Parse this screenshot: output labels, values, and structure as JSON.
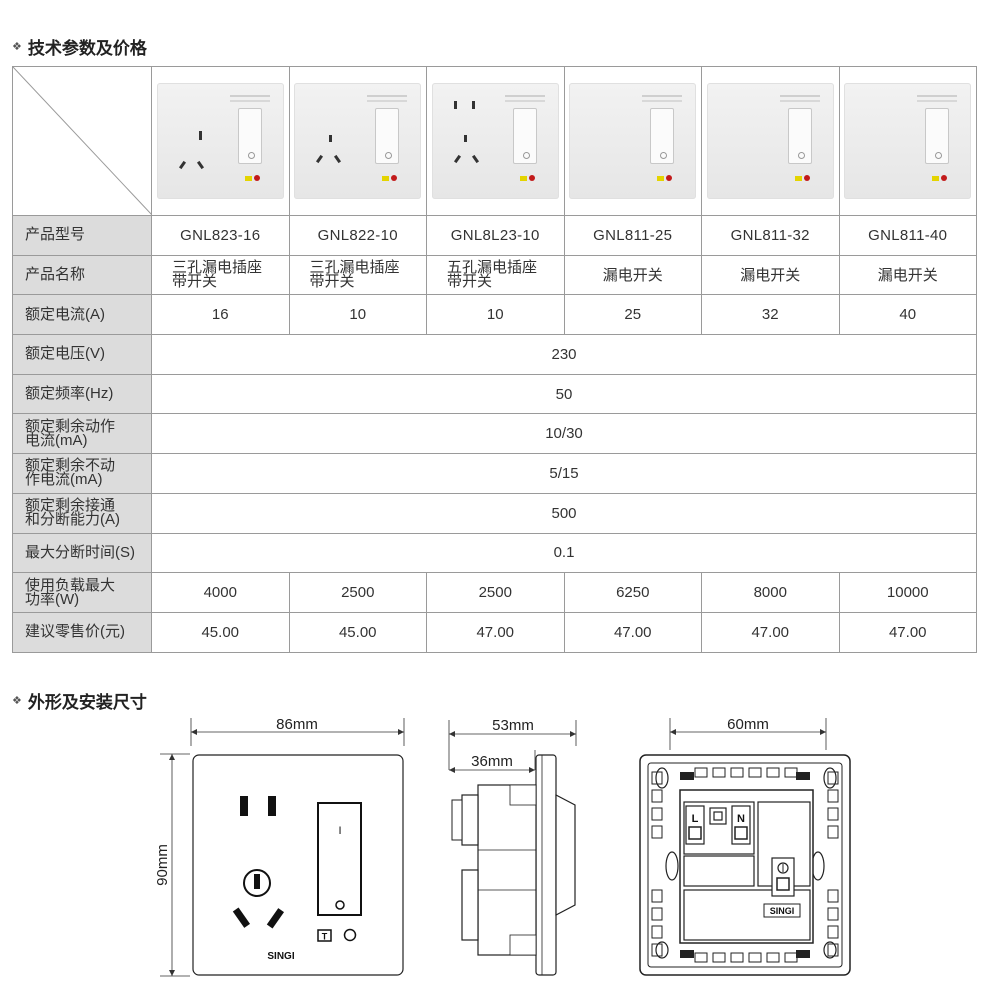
{
  "sections": {
    "specs_title": "技术参数及价格",
    "dims_title": "外形及安装尺寸"
  },
  "icons": {
    "bullet": "diamond-bullet-icon"
  },
  "table": {
    "products": [
      {
        "model": "GNL823-16",
        "name_line1": "三孔漏电插座",
        "name_line2": "带开关",
        "current": "16",
        "power": "4000",
        "price": "45.00",
        "image": "socket-3pin-with-switch"
      },
      {
        "model": "GNL822-10",
        "name_line1": "三孔漏电插座",
        "name_line2": "带开关",
        "current": "10",
        "power": "2500",
        "price": "45.00",
        "image": "socket-3pin-with-switch"
      },
      {
        "model": "GNL8L23-10",
        "name_line1": "五孔漏电插座",
        "name_line2": "带开关",
        "current": "10",
        "power": "2500",
        "price": "47.00",
        "image": "socket-5pin-with-switch"
      },
      {
        "model": "GNL811-25",
        "name_line1": "漏电开关",
        "name_line2": "",
        "current": "25",
        "power": "6250",
        "price": "47.00",
        "image": "rcd-switch"
      },
      {
        "model": "GNL811-32",
        "name_line1": "漏电开关",
        "name_line2": "",
        "current": "32",
        "power": "8000",
        "price": "47.00",
        "image": "rcd-switch"
      },
      {
        "model": "GNL811-40",
        "name_line1": "漏电开关",
        "name_line2": "",
        "current": "40",
        "power": "10000",
        "price": "47.00",
        "image": "rcd-switch"
      }
    ],
    "labels": {
      "model": "产品型号",
      "name": "产品名称",
      "current": "额定电流(A)",
      "voltage": "额定电压(V)",
      "frequency": "额定频率(Hz)",
      "residual_op_line1": "额定剩余动作",
      "residual_op_line2": "电流(mA)",
      "residual_nonop_line1": "额定剩余不动",
      "residual_nonop_line2": "作电流(mA)",
      "residual_break_line1": "额定剩余接通",
      "residual_break_line2": "和分断能力(A)",
      "max_break_time": "最大分断时间(S)",
      "power_line1": "使用负载最大",
      "power_line2": "功率(W)",
      "price": "建议零售价(元)"
    },
    "shared": {
      "voltage": "230",
      "frequency": "50",
      "residual_op": "10/30",
      "residual_nonop": "5/15",
      "residual_break": "500",
      "max_break_time": "0.1"
    }
  },
  "dimensions": {
    "front_width": "86mm",
    "front_height": "90mm",
    "side_depth": "53mm",
    "side_inner": "36mm",
    "back_mount": "60mm",
    "brand": "SINGI",
    "terminal_l": "L",
    "terminal_n": "N",
    "switch_mark": "I"
  }
}
